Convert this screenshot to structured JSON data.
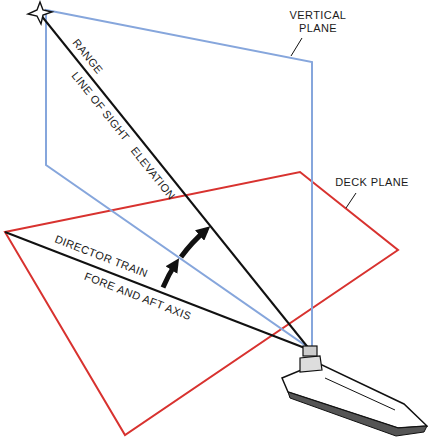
{
  "diagram": {
    "labels": [
      "VERTICAL PLANE",
      "RANGE",
      "LINE OF SIGHT",
      "ELEVATION",
      "DECK PLANE",
      "DIRECTOR TRAIN",
      "FORE AND AFT AXIS"
    ]
  }
}
